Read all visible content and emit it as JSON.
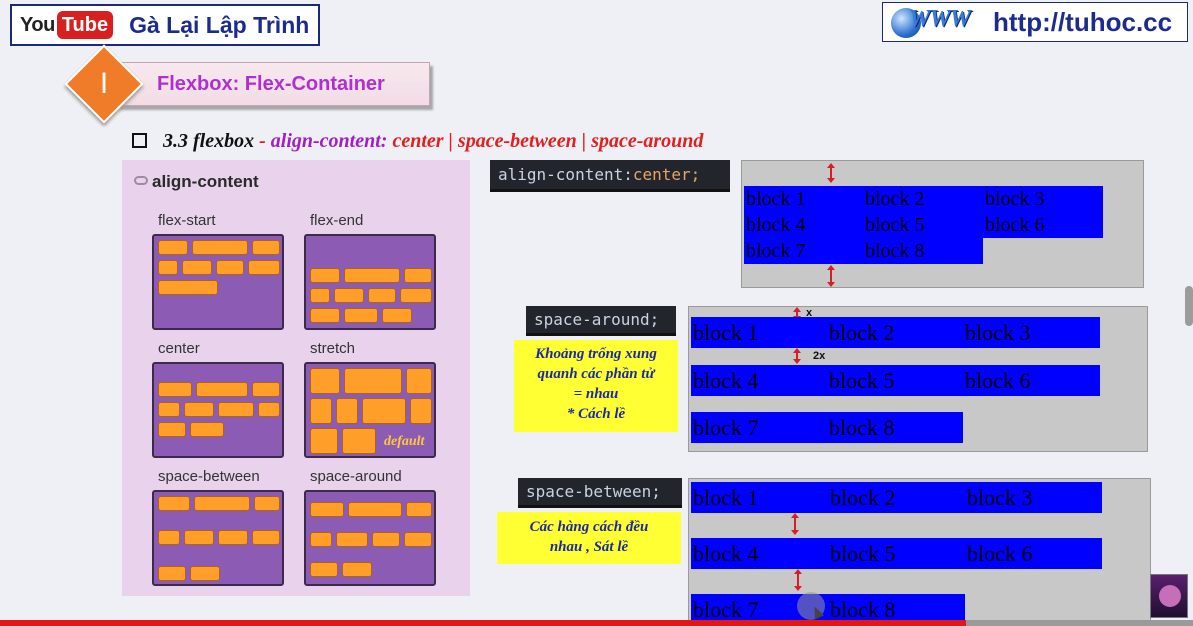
{
  "header": {
    "youtube_you": "You",
    "youtube_tube": "Tube",
    "channel_name": "Gà Lại Lập Trình",
    "www_logo": "WWW",
    "site_url": "http://tuhoc.cc"
  },
  "section": {
    "number": "I",
    "title": "Flexbox: Flex-Container"
  },
  "subtitle": {
    "prefix": "3.3 flexbox",
    "dash": " - ",
    "property": "align-content: ",
    "values": "center | space-between | space-around"
  },
  "illustration": {
    "title": "align-content",
    "labels": {
      "flex_start": "flex-start",
      "flex_end": "flex-end",
      "center": "center",
      "stretch": "stretch",
      "space_between": "space-between",
      "space_around": "space-around"
    },
    "default_tag": "default"
  },
  "demos": {
    "center": {
      "code_prop": "align-content: ",
      "code_val": "center;",
      "blocks": [
        "block 1",
        "block 2",
        "block 3",
        "block 4",
        "block 5",
        "block 6",
        "block 7",
        "block 8"
      ]
    },
    "space_around": {
      "code_prop": "space-around;",
      "note_lines": [
        "Khoảng trống xung",
        "quanh các phần tử",
        "= nhau",
        "* Cách lề"
      ],
      "mark_top": "x",
      "mark_mid": "2x",
      "blocks": [
        "block 1",
        "block 2",
        "block 3",
        "block 4",
        "block 5",
        "block 6",
        "block 7",
        "block 8"
      ]
    },
    "space_between": {
      "code_prop": "space-between;",
      "note_lines": [
        "Các hàng cách đều",
        "nhau , Sát lề"
      ],
      "blocks": [
        "block 1",
        "block 2",
        "block 3",
        "block 4",
        "block 5",
        "block 6",
        "block 7",
        "block 8"
      ]
    }
  },
  "player": {
    "progress_fraction": 0.81
  },
  "colors": {
    "block_blue": "#0000ff",
    "accent_purple": "#a01ec8",
    "accent_red": "#e0201e",
    "note_yellow": "#ffff33"
  }
}
